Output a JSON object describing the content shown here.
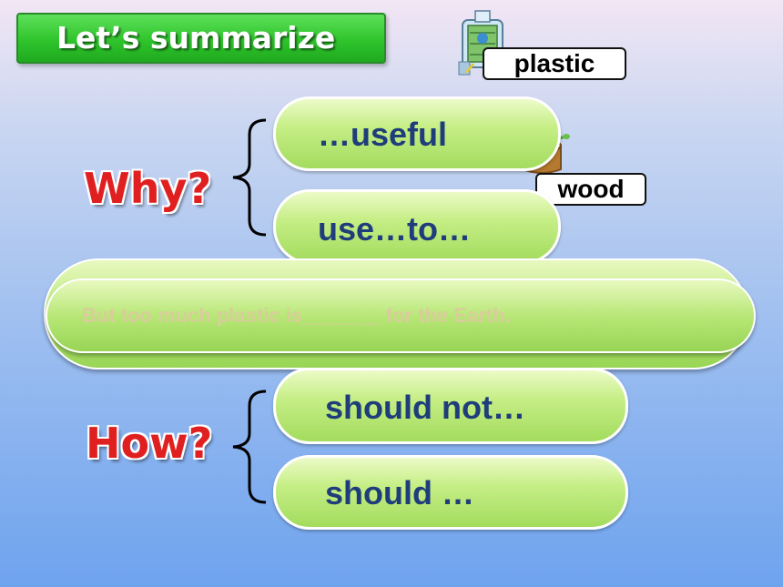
{
  "title": "Let’s summarize",
  "why_label": "Why?",
  "how_label": "How?",
  "why_items": [
    "…useful",
    "use…to…"
  ],
  "how_items": [
    "should not…",
    "should …"
  ],
  "sentence": "But too much plastic is_______ for the Earth.",
  "tags": {
    "plastic": "plastic",
    "wood": "wood"
  },
  "colors": {
    "title_green": "#2fc42c",
    "question_red": "#e02020",
    "pill_text": "#1f3d7a",
    "pill_green": "#b8e777"
  }
}
